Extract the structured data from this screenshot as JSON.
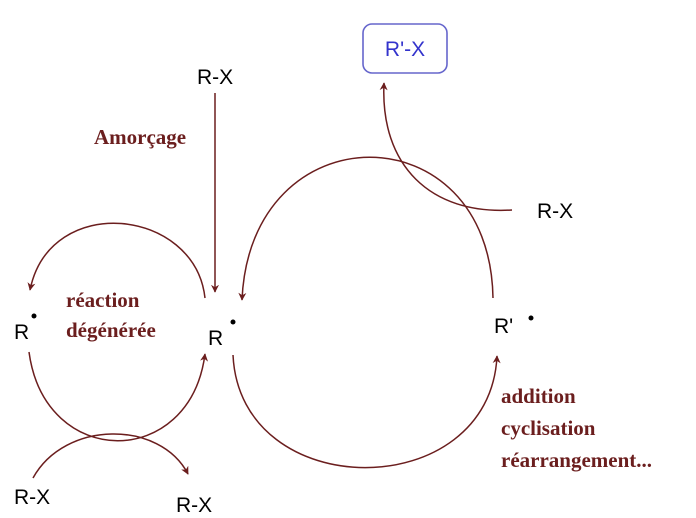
{
  "labels": {
    "rx_top": "R-X",
    "amorcage": "Amorçage",
    "r_left": "R",
    "reaction_line1": "réaction",
    "reaction_line2": "dégénérée",
    "r_center": "R",
    "r_prime": "R'",
    "r_prime_x": "R'-X",
    "rx_right": "R-X",
    "rx_bottom_left": "R-X",
    "rx_bottom_center": "R-X",
    "addition": "addition",
    "cyclisation": "cyclisation",
    "rearrangement": "réarrangement..."
  },
  "colors": {
    "arrow": "#6b1e1e",
    "text": "#000000",
    "bold_text": "#6b1e1e",
    "box_border": "#6666cc",
    "box_text": "#3333cc"
  }
}
